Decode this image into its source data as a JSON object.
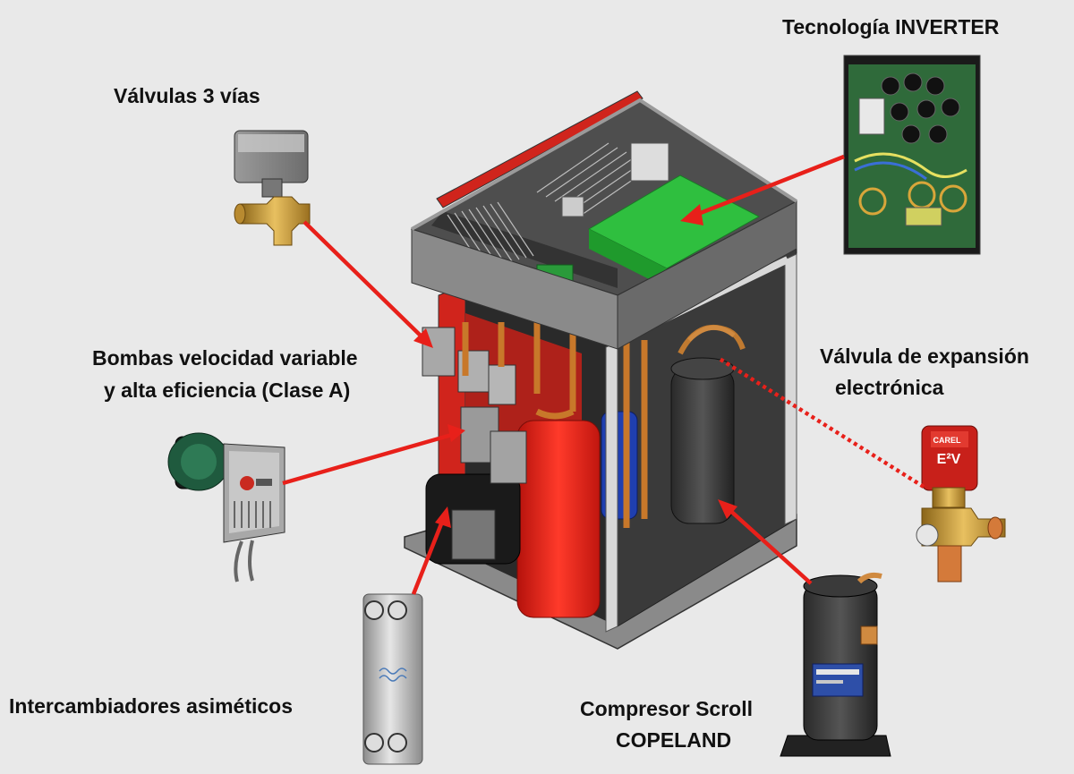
{
  "labels": {
    "inverter": "Tecnología INVERTER",
    "valves": "Válvulas 3 vías",
    "pumps_line1": "Bombas velocidad variable",
    "pumps_line2": "y alta eficiencia (Clase A)",
    "expansion_line1": "Válvula de expansión",
    "expansion_line2": "electrónica",
    "exchangers": "Intercambiadores asiméticos",
    "compressor_line1": "Compresor Scroll",
    "compressor_line2": "COPELAND"
  },
  "product_marks": {
    "valve_brand": "CAREL",
    "valve_badge": "E²V"
  },
  "colors": {
    "background": "#e9e9e9",
    "arrow": "#e8201a",
    "inverter_board": "#2fbf3f",
    "tank_red": "#e8201a",
    "frame": "#7d7d7d"
  }
}
